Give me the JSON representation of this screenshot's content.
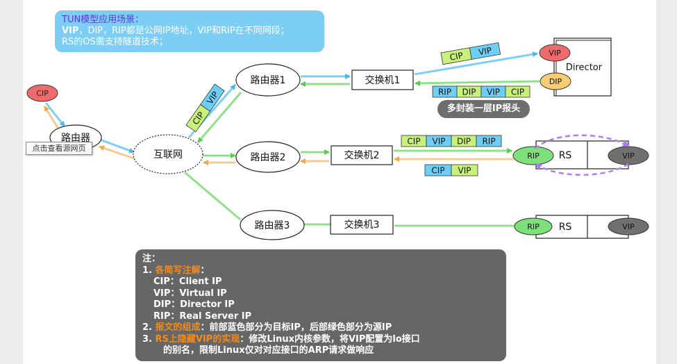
{
  "callout": {
    "title": "TUN模型应用场景：",
    "line1_bold": "VIP",
    "line1_rest": "，DIP，RIP都是公网IP地址，VIP和RIP在不同网段；",
    "line2": "RS的OS需支持隧道技术；"
  },
  "tooltip": "点击查看源网页",
  "nodes": {
    "cip": "CIP",
    "router_main": "路由器",
    "internet": "互联网",
    "router1": "路由器1",
    "router2": "路由器2",
    "router3": "路由器3",
    "switch1": "交换机1",
    "switch2": "交换机2",
    "switch3": "交换机3",
    "director_label": "Director",
    "director_vip": "VIP",
    "director_dip": "DIP",
    "rs": "RS",
    "rip": "RIP",
    "vip": "VIP"
  },
  "packets": {
    "p1": [
      "CIP",
      "VIP"
    ],
    "p2": [
      "CIP",
      "VIP"
    ],
    "p3": [
      "RIP",
      "DIP",
      "VIP",
      "CIP"
    ],
    "p4": [
      "CIP",
      "VIP",
      "DIP",
      "RIP"
    ],
    "p5": [
      "CIP",
      "VIP"
    ]
  },
  "badge": "多封装一层IP报头",
  "note": {
    "heading": "注：",
    "item1_num": "1.",
    "item1_title": "各简写注解",
    "item1_colon": "：",
    "abbr": [
      "CIP：Client IP",
      "VIP：Virtual IP",
      "DIP：Director IP",
      "RIP：Real Server IP"
    ],
    "item2_num": "2.",
    "item2_title": "报文的组成",
    "item2_text": "：前部蓝色部分为目标IP，后部绿色部分为源IP",
    "item3_num": "3.",
    "item3_title": "RS上隐藏VIP的实现",
    "item3_text": "：修改Linux内核参数，将VIP配置为lo接口",
    "item3_text2": "的别名，限制Linux仅对对应接口的ARP请求做响应"
  },
  "colors": {
    "blue_arrow": "#7dcef5",
    "green_arrow": "#8fe08a",
    "orange_arrow": "#f8c98c",
    "packet_blue": "#6ecff6",
    "packet_green": "#c8f07a",
    "node_red": "#ef6b6b",
    "node_orange": "#f7cd73",
    "node_green": "#7ee07a",
    "node_gray": "#707070",
    "dashed_purple": "#b07bf0"
  }
}
